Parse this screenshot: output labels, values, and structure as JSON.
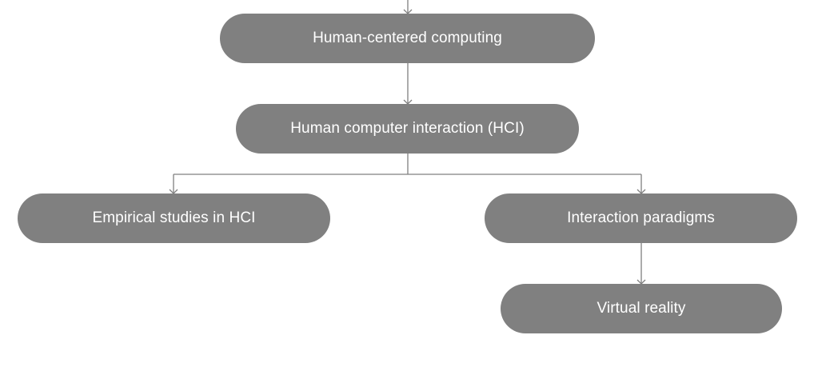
{
  "diagram": {
    "nodes": {
      "human_centered_computing": "Human-centered computing",
      "hci": "Human computer interaction (HCI)",
      "empirical_studies": "Empirical studies in HCI",
      "interaction_paradigms": "Interaction paradigms",
      "virtual_reality": "Virtual reality"
    },
    "edges": [
      [
        "human_centered_computing",
        "hci"
      ],
      [
        "hci",
        "empirical_studies"
      ],
      [
        "hci",
        "interaction_paradigms"
      ],
      [
        "interaction_paradigms",
        "virtual_reality"
      ]
    ],
    "colors": {
      "node_fill": "#808080",
      "node_text": "#ffffff",
      "connector": "#808080"
    }
  }
}
